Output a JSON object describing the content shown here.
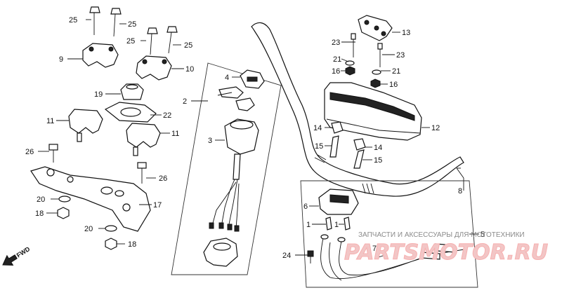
{
  "callouts": {
    "c1a": "1",
    "c1b": "1",
    "c2": "2",
    "c3": "3",
    "c4": "4",
    "c5": "5",
    "c6": "6",
    "c7": "7",
    "c8": "8",
    "c9": "9",
    "c10": "10",
    "c11a": "11",
    "c11b": "11",
    "c12": "12",
    "c13": "13",
    "c14a": "14",
    "c14b": "14",
    "c15a": "15",
    "c15b": "15",
    "c16a": "16",
    "c16b": "16",
    "c17": "17",
    "c18a": "18",
    "c18b": "18",
    "c19": "19",
    "c20a": "20",
    "c20b": "20",
    "c21a": "21",
    "c21b": "21",
    "c22": "22",
    "c23a": "23",
    "c23b": "23",
    "c24": "24",
    "c25a": "25",
    "c25b": "25",
    "c25c": "25",
    "c25d": "25",
    "c26a": "26",
    "c26b": "26"
  },
  "fwd_label": "FWD",
  "watermark": {
    "caption": "ЗАПЧАСТИ И АКСЕССУАРЫ ДЛЯ МОТОТЕХНИКИ",
    "logo": "PARTSMOTOR.RU"
  }
}
